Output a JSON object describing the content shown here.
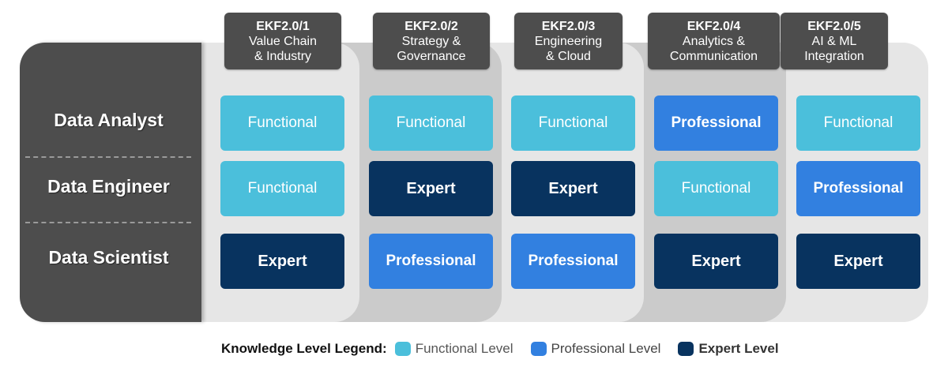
{
  "roles": [
    "Data Analyst",
    "Data Engineer",
    "Data Scientist"
  ],
  "columns": [
    {
      "code": "EKF2.0/1",
      "line1": "Value Chain",
      "line2": "& Industry"
    },
    {
      "code": "EKF2.0/2",
      "line1": "Strategy &",
      "line2": "Governance"
    },
    {
      "code": "EKF2.0/3",
      "line1": "Engineering",
      "line2": "& Cloud"
    },
    {
      "code": "EKF2.0/4",
      "line1": "Analytics &",
      "line2": "Communication"
    },
    {
      "code": "EKF2.0/5",
      "line1": "AI & ML",
      "line2": "Integration"
    }
  ],
  "matrix": [
    [
      "Functional",
      "Functional",
      "Functional",
      "Professional",
      "Functional"
    ],
    [
      "Functional",
      "Expert",
      "Expert",
      "Functional",
      "Professional"
    ],
    [
      "Expert",
      "Professional",
      "Professional",
      "Expert",
      "Expert"
    ]
  ],
  "legend": {
    "title": "Knowledge Level Legend:",
    "items": [
      {
        "label": "Functional Level",
        "color": "#4bbfdb"
      },
      {
        "label": "Professional Level",
        "color": "#3280e0"
      },
      {
        "label": "Expert Level",
        "color": "#08335f"
      }
    ]
  },
  "colors": {
    "functional": "#4bbfdb",
    "professional": "#3280e0",
    "expert": "#08335f",
    "header": "#4d4d4d"
  }
}
